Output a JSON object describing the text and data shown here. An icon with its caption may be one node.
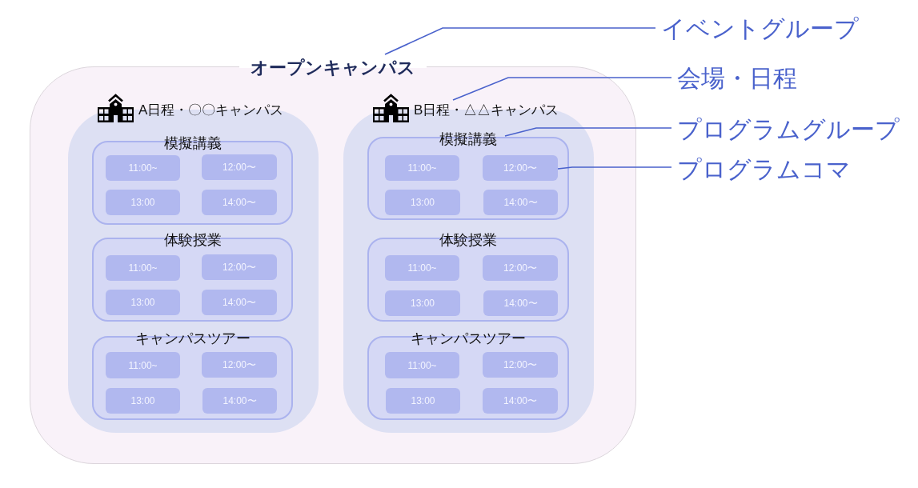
{
  "diagram": {
    "nodes": [
      {
        "text": [
          "オープンキャンパス"
        ]
      },
      {
        "text": [
          "A日程・〇〇キャンパス"
        ],
        "in": 0
      },
      {
        "text": [
          "模擬講義"
        ],
        "in": 1
      },
      {
        "text": [
          "11:00~"
        ],
        "in": 2
      },
      {
        "text": [
          "12:00〜"
        ],
        "in": 2
      },
      {
        "text": [
          "13:00"
        ],
        "in": 2
      },
      {
        "text": [
          "14:00〜"
        ],
        "in": 2
      },
      {
        "text": [
          "体験授業"
        ],
        "in": 1
      },
      {
        "text": [
          "11:00~"
        ],
        "in": 7
      },
      {
        "text": [
          "12:00〜"
        ],
        "in": 7
      },
      {
        "text": [
          "13:00"
        ],
        "in": 7
      },
      {
        "text": [
          "14:00〜"
        ],
        "in": 7
      },
      {
        "text": [
          "キャンパスツアー"
        ],
        "in": 1
      },
      {
        "text": [
          "11:00~"
        ],
        "in": 12
      },
      {
        "text": [
          "12:00〜"
        ],
        "in": 12
      },
      {
        "text": [
          "13:00"
        ],
        "in": 12
      },
      {
        "text": [
          "14:00〜"
        ],
        "in": 12
      },
      {
        "text": [
          "B日程・△△キャンパス"
        ],
        "in": 0
      },
      {
        "text": [
          "模擬講義"
        ],
        "in": 17
      },
      {
        "text": [
          "11:00~"
        ],
        "in": 18
      },
      {
        "text": [
          "12:00〜"
        ],
        "in": 18
      },
      {
        "text": [
          "13:00"
        ],
        "in": 18
      },
      {
        "text": [
          "14:00〜"
        ],
        "in": 18
      },
      {
        "text": [
          "体験授業"
        ],
        "in": 17
      },
      {
        "text": [
          "11:00~"
        ],
        "in": 23
      },
      {
        "text": [
          "12:00〜"
        ],
        "in": 23
      },
      {
        "text": [
          "13:00"
        ],
        "in": 23
      },
      {
        "text": [
          "14:00〜"
        ],
        "in": 23
      },
      {
        "text": [
          "キャンパスツアー"
        ],
        "in": 17
      },
      {
        "text": [
          "11:00~"
        ],
        "in": 28
      },
      {
        "text": [
          "12:00〜"
        ],
        "in": 28
      },
      {
        "text": [
          "13:00"
        ],
        "in": 28
      },
      {
        "text": [
          "14:00〜"
        ],
        "in": 28
      },
      {
        "text": [
          "イベントグループ"
        ]
      },
      {
        "text": [
          "会場・日程"
        ]
      },
      {
        "text": [
          "プログラムグループ"
        ]
      },
      {
        "text": [
          "プログラムコマ"
        ]
      }
    ],
    "edges": [
      {
        "from": 33,
        "to": 0,
        "arrow": "none"
      },
      {
        "from": 34,
        "to": 17,
        "arrow": "none"
      },
      {
        "from": 35,
        "to": 18,
        "arrow": "none"
      },
      {
        "from": 36,
        "to": 20,
        "arrow": "none"
      }
    ]
  }
}
